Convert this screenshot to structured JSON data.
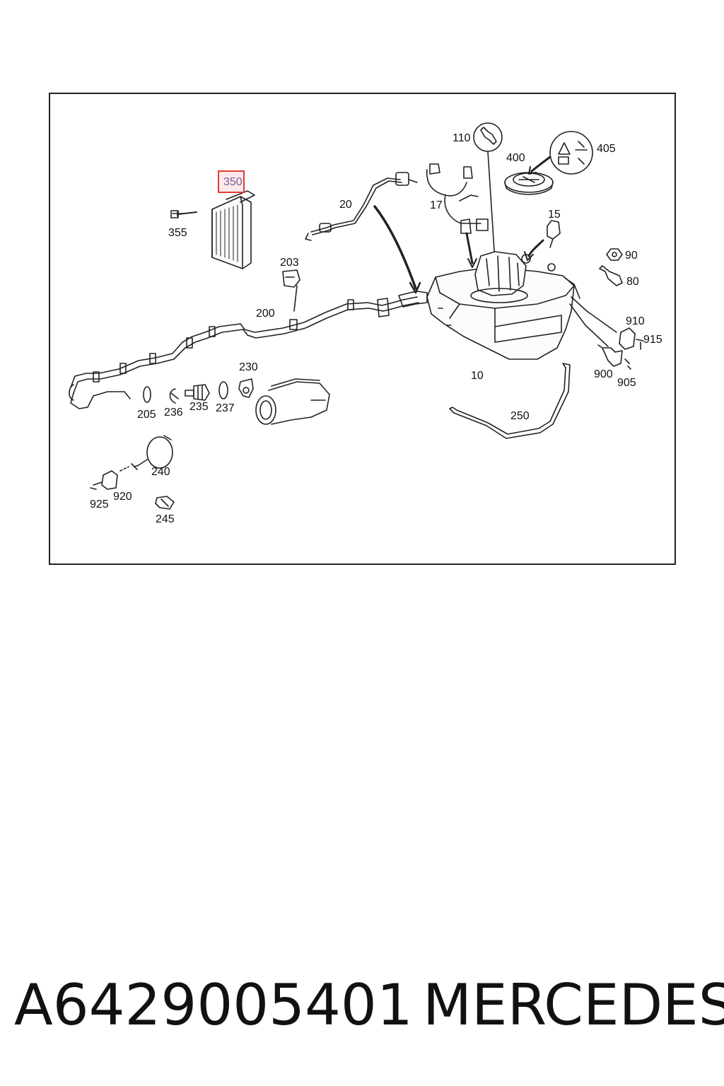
{
  "diagram": {
    "callouts": {
      "c110": "110",
      "c405": "405",
      "c400": "400",
      "c350": "350",
      "c20": "20",
      "c17": "17",
      "c355": "355",
      "c15": "15",
      "c203": "203",
      "c90": "90",
      "c80": "80",
      "c200": "200",
      "c910": "910",
      "c915": "915",
      "c230": "230",
      "c10": "10",
      "c900": "900",
      "c905": "905",
      "c205": "205",
      "c236": "236",
      "c235": "235",
      "c237": "237",
      "c250": "250",
      "c240": "240",
      "c920": "920",
      "c925": "925",
      "c245": "245"
    },
    "highlight_color": "#e23b3b"
  },
  "footer": {
    "part_number": "A6429005401",
    "brand": "MERCEDES"
  }
}
